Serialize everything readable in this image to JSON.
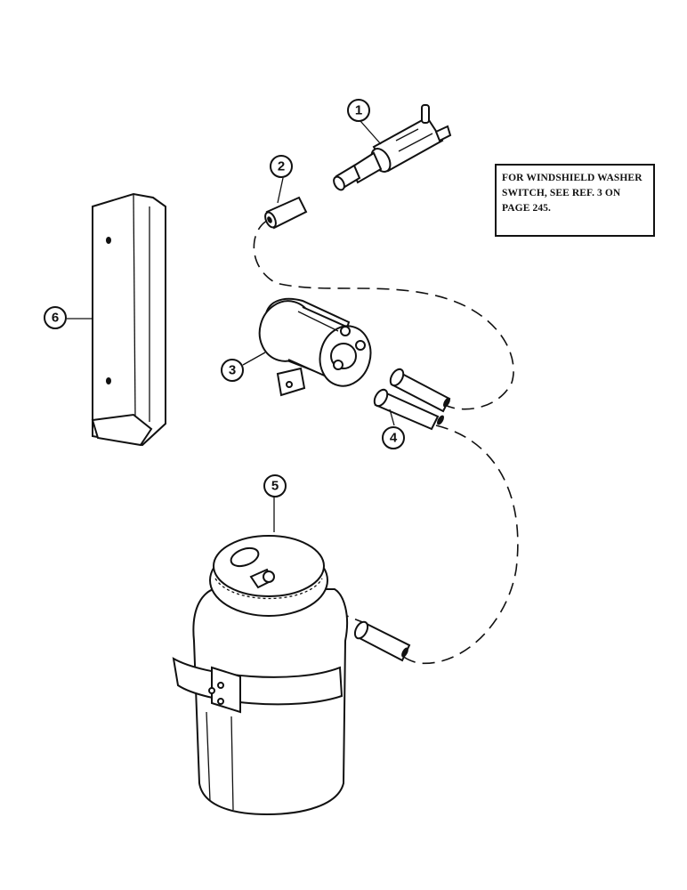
{
  "note": {
    "line1": "FOR WINDSHIELD WASHER",
    "line2": "SWITCH, SEE REF. 3 ON",
    "line3": "PAGE 245."
  },
  "callouts": {
    "c1": "1",
    "c2": "2",
    "c3": "3",
    "c4": "4",
    "c5": "5",
    "c6": "6"
  },
  "icons": [
    "washer-nozzle-icon",
    "hose-icon",
    "washer-pump-motor-icon",
    "hose-pair-icon",
    "reservoir-bottle-icon",
    "mounting-bracket-icon"
  ]
}
